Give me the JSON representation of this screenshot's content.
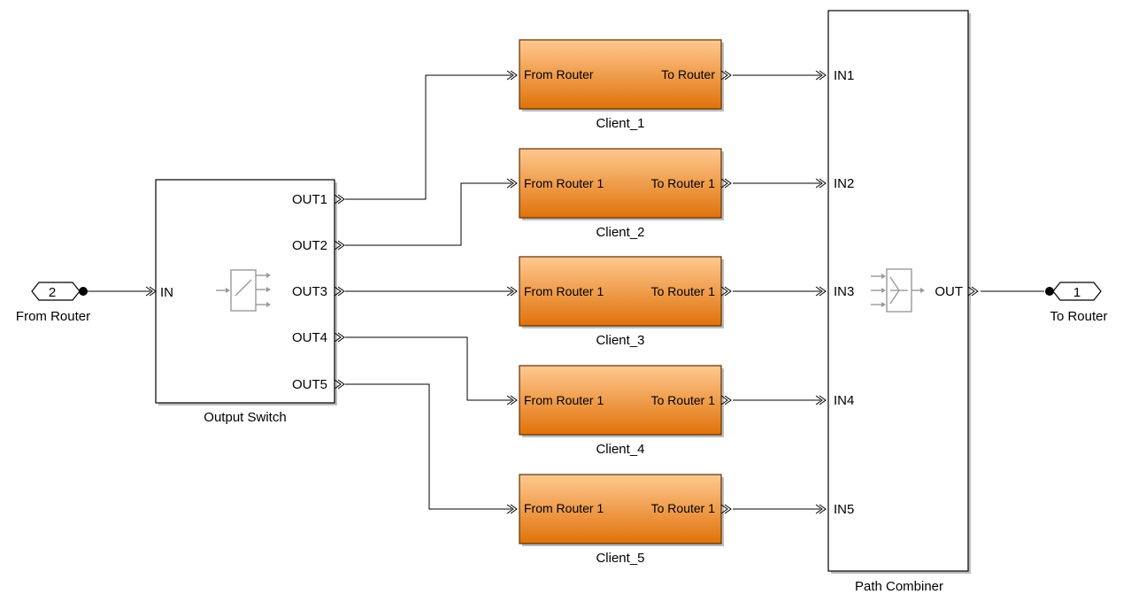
{
  "colors": {
    "client_top": "#ffc990",
    "client_bottom": "#e0720a",
    "block_border": "#000000",
    "shadow": "#bdbdbd",
    "icon": "#9a9a9a"
  },
  "inport": {
    "number": "2",
    "name": "From Router"
  },
  "outport": {
    "number": "1",
    "name": "To Router"
  },
  "output_switch": {
    "name": "Output Switch",
    "icon": "switch-icon",
    "in_label": "IN",
    "out_labels": [
      "OUT1",
      "OUT2",
      "OUT3",
      "OUT4",
      "OUT5"
    ]
  },
  "clients": [
    {
      "name": "Client_1",
      "in_label": "From Router",
      "out_label": "To Router"
    },
    {
      "name": "Client_2",
      "in_label": "From Router 1",
      "out_label": "To Router 1"
    },
    {
      "name": "Client_3",
      "in_label": "From Router 1",
      "out_label": "To Router 1"
    },
    {
      "name": "Client_4",
      "in_label": "From Router 1",
      "out_label": "To Router 1"
    },
    {
      "name": "Client_5",
      "in_label": "From Router 1",
      "out_label": "To Router 1"
    }
  ],
  "path_combiner": {
    "name": "Path Combiner",
    "icon": "combiner-icon",
    "in_labels": [
      "IN1",
      "IN2",
      "IN3",
      "IN4",
      "IN5"
    ],
    "out_label": "OUT"
  }
}
